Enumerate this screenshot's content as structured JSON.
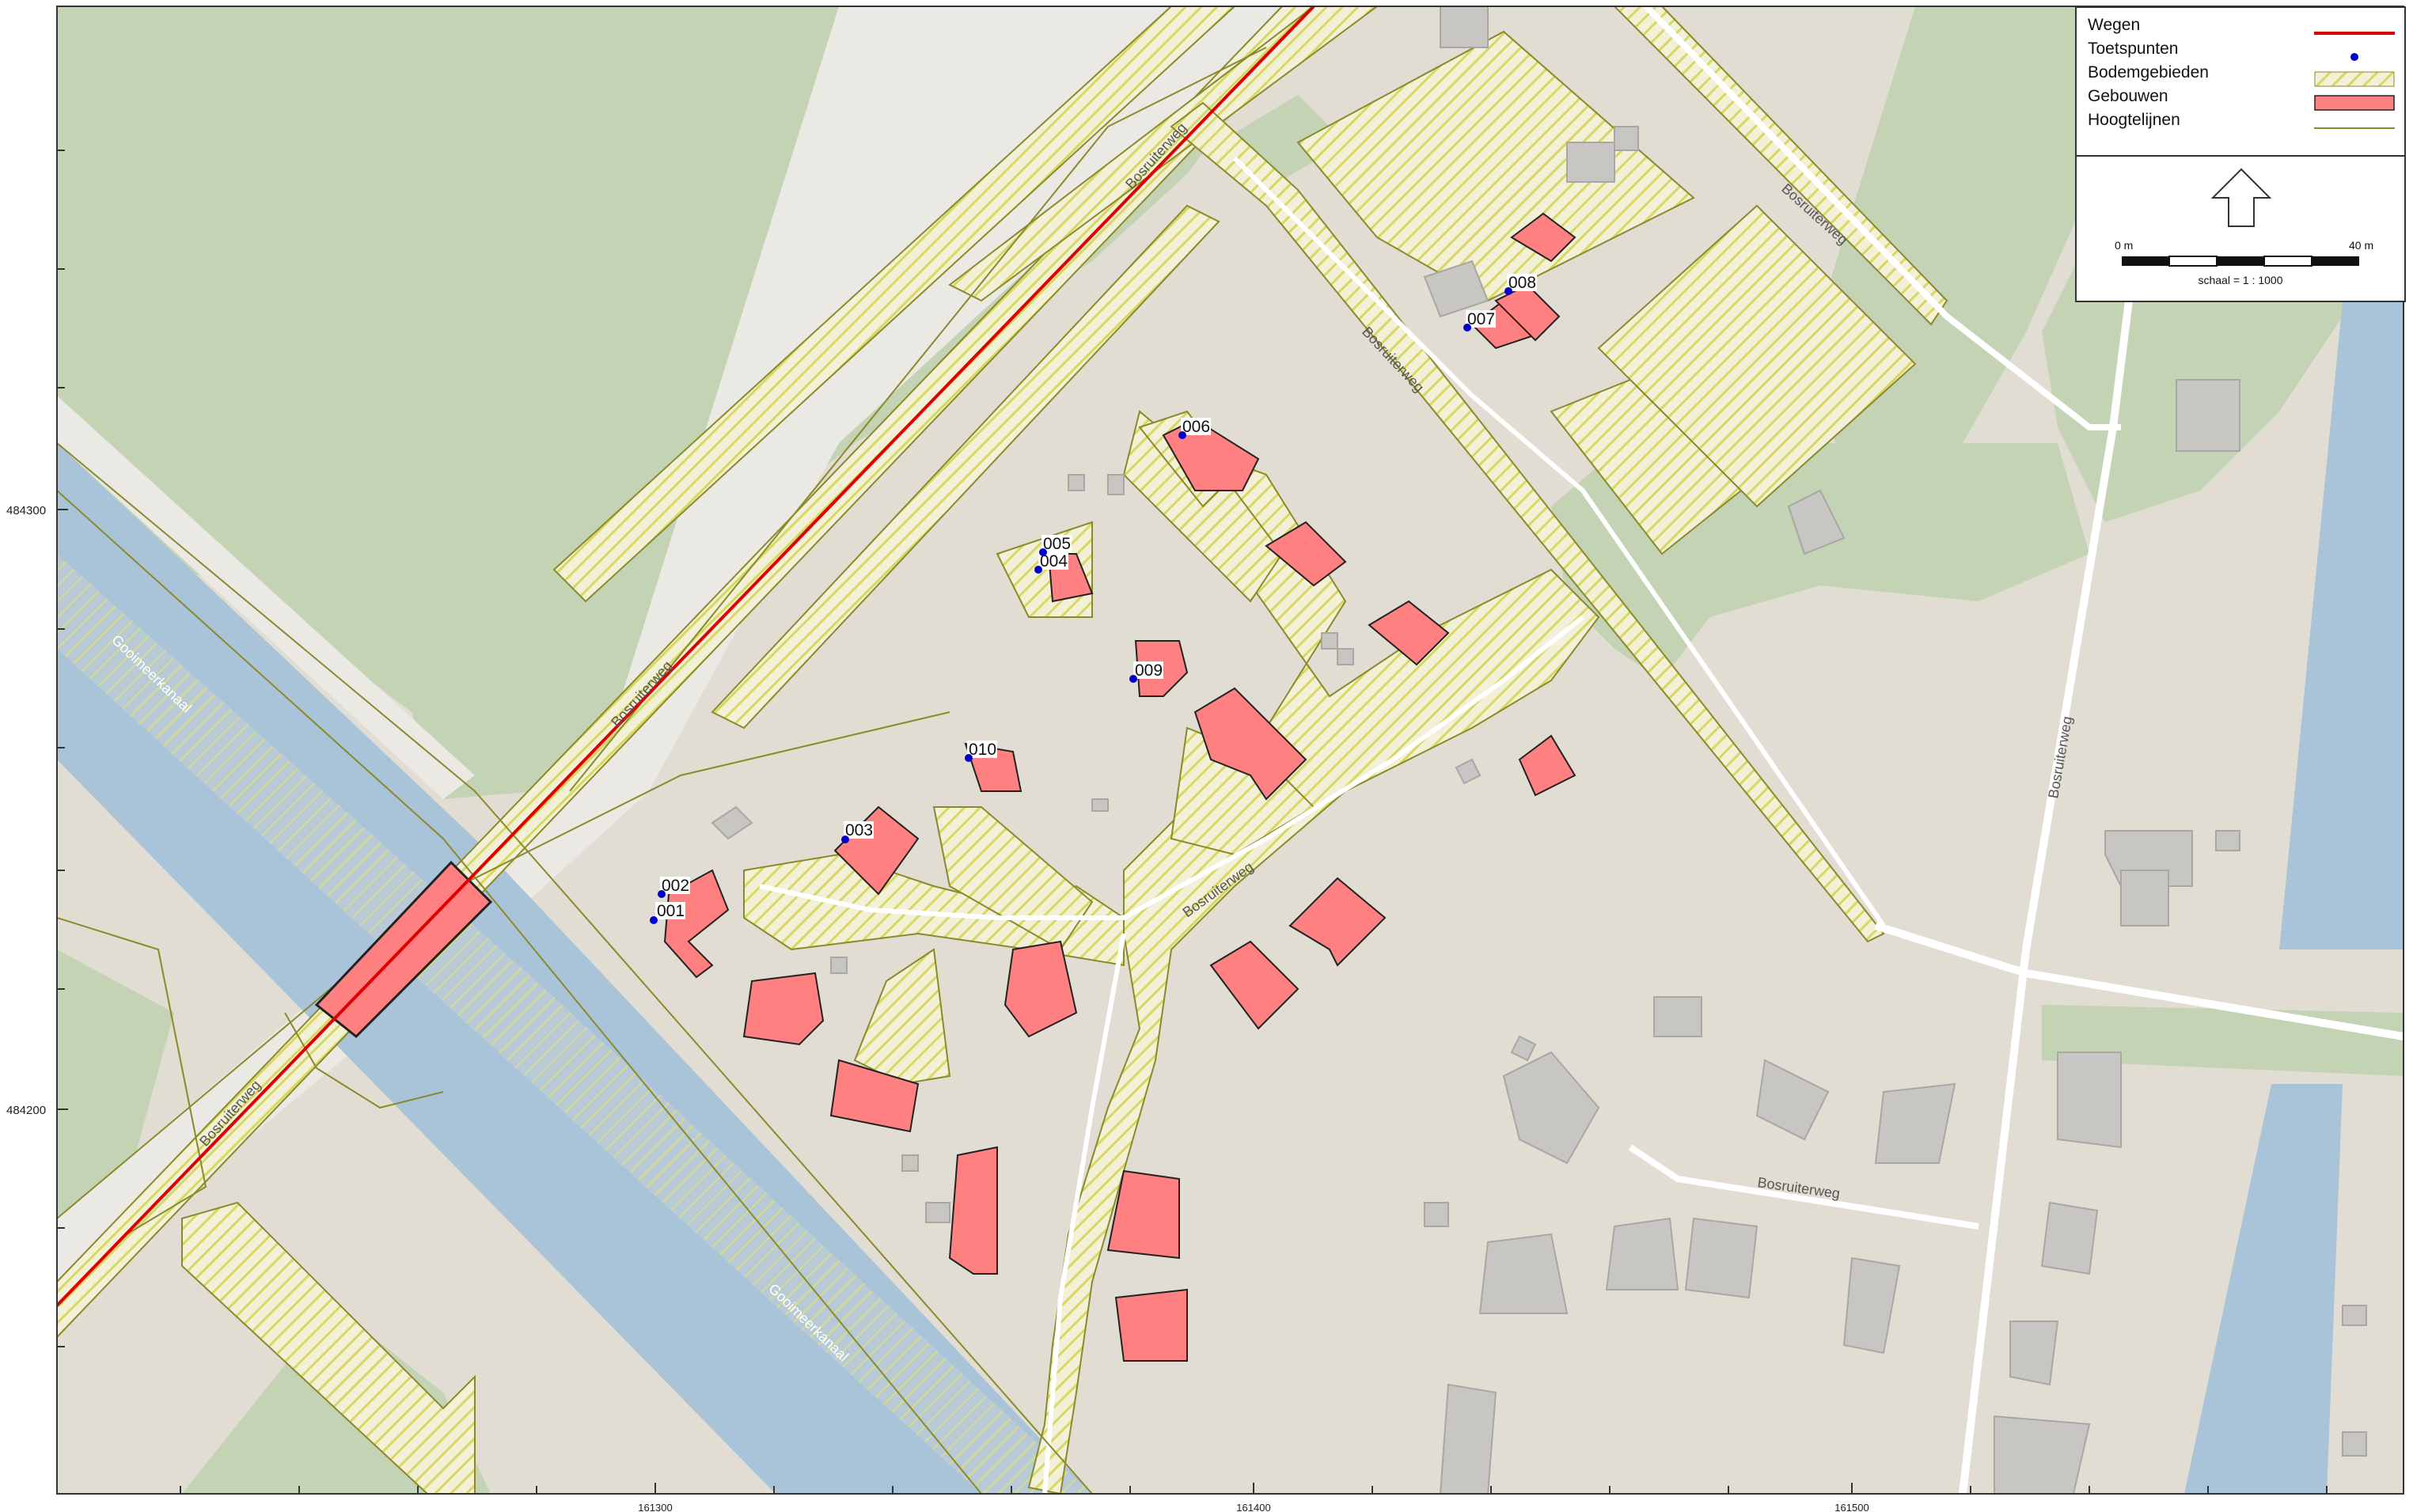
{
  "legend": {
    "items": [
      {
        "label": "Wegen",
        "symbol": "red-line-icon"
      },
      {
        "label": "Toetspunten",
        "symbol": "blue-dot-icon"
      },
      {
        "label": "Bodemgebieden",
        "symbol": "yellow-hatch-icon"
      },
      {
        "label": "Gebouwen",
        "symbol": "red-box-icon"
      },
      {
        "label": "Hoogtelijnen",
        "symbol": "olive-line-icon"
      }
    ],
    "north_icon": "north-arrow-icon",
    "scale_start": "0 m",
    "scale_end": "40 m",
    "scale_caption": "schaal = 1 : 1000"
  },
  "axes": {
    "x_ticks": [
      "161300",
      "161400",
      "161500"
    ],
    "y_ticks": [
      "484300",
      "484200"
    ]
  },
  "toetspunten": [
    "001",
    "002",
    "003",
    "004",
    "005",
    "006",
    "007",
    "008",
    "009",
    "010"
  ],
  "street_labels": {
    "bosruiterweg": "Bosruiterweg",
    "bosruiterweg_alt": "Bosruiterweg",
    "bosruiterweg_3": "Bosruiterweg",
    "bosruiterweg_4": "Bosruiterweg",
    "bosruiterweg_5": "Bosruiterweg",
    "bosruiterweg_6": "Bosruiterweg",
    "canal_1": "Gooimeerkanaal",
    "canal_2": "Gooimeerkanaal",
    "road_nw": "Bosruiterweg",
    "road_sw": "Bosruiterweg"
  },
  "colors": {
    "road": "#e00000",
    "building": "#ff8080",
    "point": "#0000cc",
    "hatch": "#d8d860",
    "contour": "#8a8a2a",
    "water": "#a9c3d9",
    "grass": "#c3d3b3",
    "land": "#e2ddd3"
  }
}
